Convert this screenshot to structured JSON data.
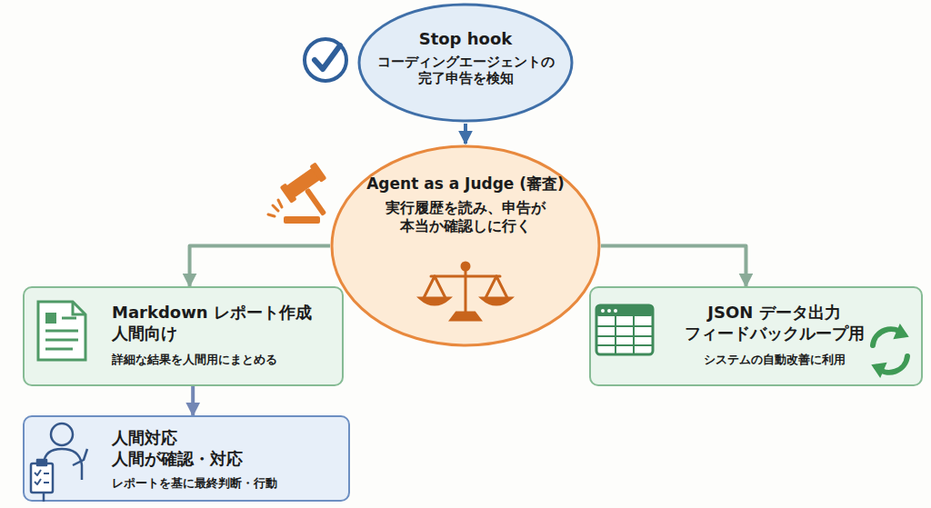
{
  "diagram": {
    "nodes": [
      {
        "text": [
          "Stop hook",
          "コーディングエージェントの 完了申告を検知"
        ]
      },
      {
        "text": [
          "Agent as a Judge (審査)",
          "実行履歴を読み、申告が 本当か確認しに行く"
        ]
      },
      {
        "text": [
          "Markdown レポート作成 人間向け",
          "詳細な結果を人間用にまとめる"
        ]
      },
      {
        "text": [
          "JSON データ出力 フィードバックループ用",
          "システムの自動改善に利用"
        ]
      },
      {
        "text": [
          "人間対応 人間が確認・対応",
          "レポートを基に最終判断・行動"
        ]
      }
    ],
    "edges": [
      {
        "from": 0,
        "to": 1,
        "arrow": "to"
      },
      {
        "from": 1,
        "to": 2,
        "arrow": "to"
      },
      {
        "from": 1,
        "to": 3,
        "arrow": "to"
      },
      {
        "from": 2,
        "to": 4,
        "arrow": "to"
      }
    ]
  }
}
